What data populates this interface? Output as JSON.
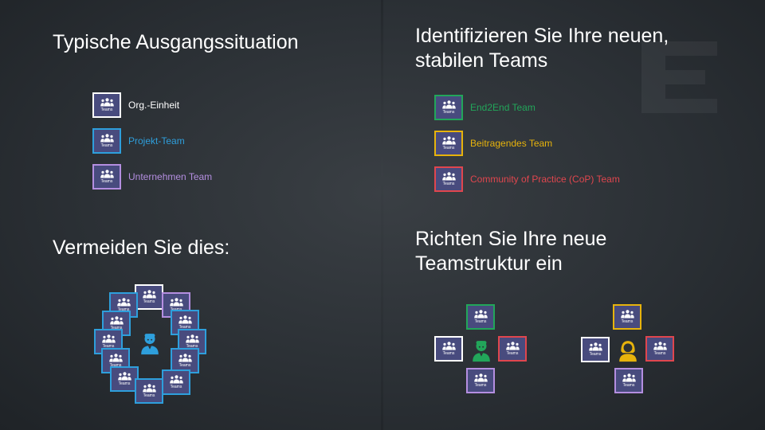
{
  "colors": {
    "background": "#2f3439",
    "org_unit": "#ffffff",
    "project_team": "#2e9fdc",
    "company_team": "#b48ee0",
    "end2end_team": "#22a65a",
    "contributing_team": "#e7b30c",
    "cop_team": "#e0464e",
    "tile_fill": "#484b7e"
  },
  "tile_label": "Teams",
  "tile_icon": "teams-people-icon",
  "quadrants": {
    "typical": {
      "title": "Typische Ausgangssituation",
      "items": [
        {
          "label": "Org.-Einheit"
        },
        {
          "label": "Projekt-Team"
        },
        {
          "label": "Unternehmen  Team"
        }
      ]
    },
    "identify": {
      "title_line1": "Identifizieren Sie Ihre neuen,",
      "title_line2": "stabilen Teams",
      "items": [
        {
          "label": "End2End Team"
        },
        {
          "label": "Beitragendes Team"
        },
        {
          "label": "Community  of Practice (CoP) Team"
        }
      ]
    },
    "avoid": {
      "title": "Vermeiden Sie dies:",
      "person_icon": "person-icon"
    },
    "setup": {
      "title_line1": "Richten Sie Ihre neue",
      "title_line2": "Teamstruktur ein",
      "person_icons": [
        "person-green-icon",
        "person-yellow-icon"
      ]
    }
  }
}
